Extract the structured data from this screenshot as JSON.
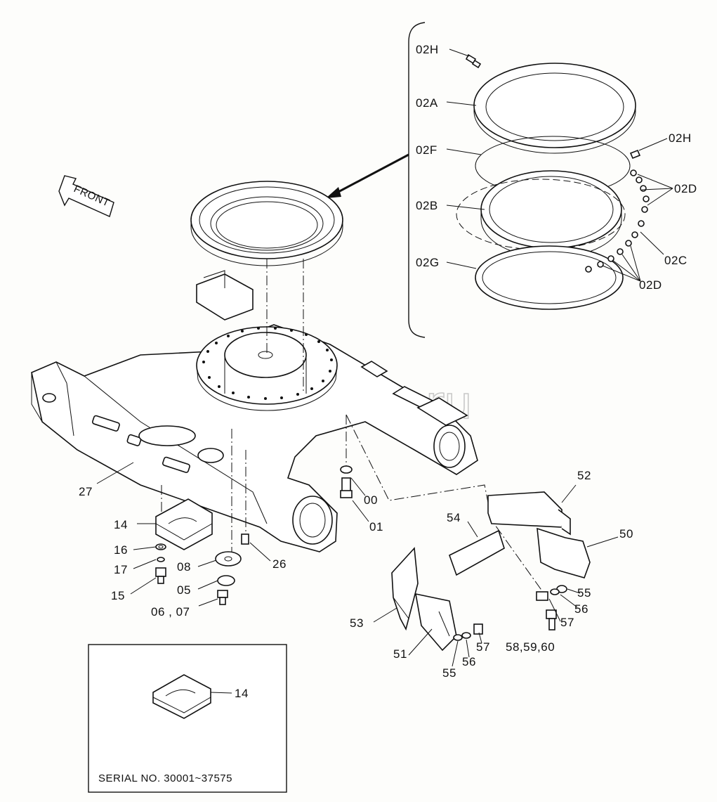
{
  "watermark": "autopiter.ru",
  "front_arrow": "FRONT",
  "serial_note": "SERIAL NO. 30001~37575",
  "callouts": {
    "c02H_top": "02H",
    "c02A": "02A",
    "c02F": "02F",
    "c02B": "02B",
    "c02G": "02G",
    "c02H_right": "02H",
    "c02D_top": "02D",
    "c02C": "02C",
    "c02D_bottom": "02D",
    "c27": "27",
    "c00": "00",
    "c01": "01",
    "c14": "14",
    "c16": "16",
    "c17": "17",
    "c15": "15",
    "c08": "08",
    "c05": "05",
    "c0607": "06 , 07",
    "c26": "26",
    "c52": "52",
    "c54": "54",
    "c50": "50",
    "c55_right": "55",
    "c56_right": "56",
    "c57_right": "57",
    "c585960": "58,59,60",
    "c53": "53",
    "c51": "51",
    "c57_bottom": "57",
    "c56_bottom": "56",
    "c55_bottom": "55",
    "c14_inset": "14"
  }
}
